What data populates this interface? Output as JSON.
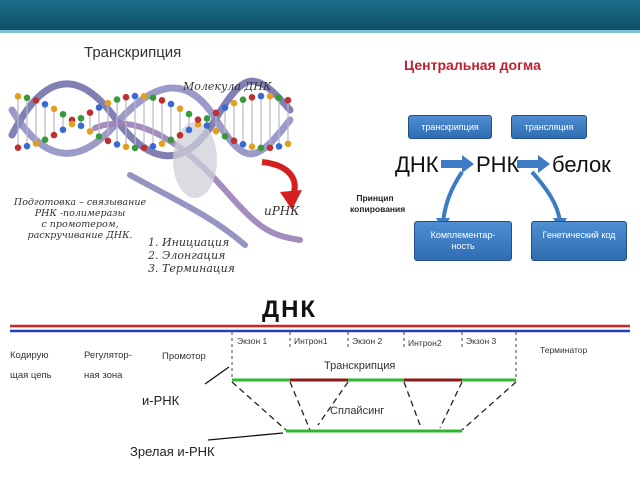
{
  "transcription_panel": {
    "title": "Транскрипция",
    "dna_label": "Молекула ДНК",
    "mrna_label": "иРНК",
    "prep_text": [
      "Подготовка – связывание",
      "РНК -полимеразы",
      "с промотером,",
      "раскручивание ДНК."
    ],
    "stages": [
      "1. Инициация",
      "2. Элонгация",
      "3. Терминация"
    ]
  },
  "dogma": {
    "title": "Центральная догма",
    "transcription_box": "транскрипция",
    "translation_box": "трансляция",
    "dna": "ДНК",
    "rna": "РНК",
    "protein": "белок",
    "principle": [
      "Принцип",
      "копирования"
    ],
    "complementarity_box": [
      "Комплементар-",
      "ность"
    ],
    "genetic_code_box": "Генетический код"
  },
  "gene": {
    "title": "ДНК",
    "coding_strand": [
      "Кодирую",
      "щая цепь"
    ],
    "regulatory_zone": [
      "Регулятор-",
      "ная зона"
    ],
    "promoter": "Промотор",
    "exon1": "Экзон 1",
    "intron1": "Интрон1",
    "exon2": "Экзон 2",
    "intron2": "Интрон2",
    "exon3": "Экзон 3",
    "terminator": "Терминатор",
    "transcription": "Транскрипция",
    "mrna": "и-РНК",
    "splicing": "Сплайсинг",
    "mature_mrna": "Зрелая и-РНК"
  },
  "colors": {
    "header": "#1d6f8a",
    "dogma_title": "#c0202f",
    "box_blue": "#3b7cc4",
    "green": "#2db82d",
    "dark_red": "#8b1a1a",
    "red_line": "#d42020",
    "blue_line": "#2a3fb0"
  }
}
